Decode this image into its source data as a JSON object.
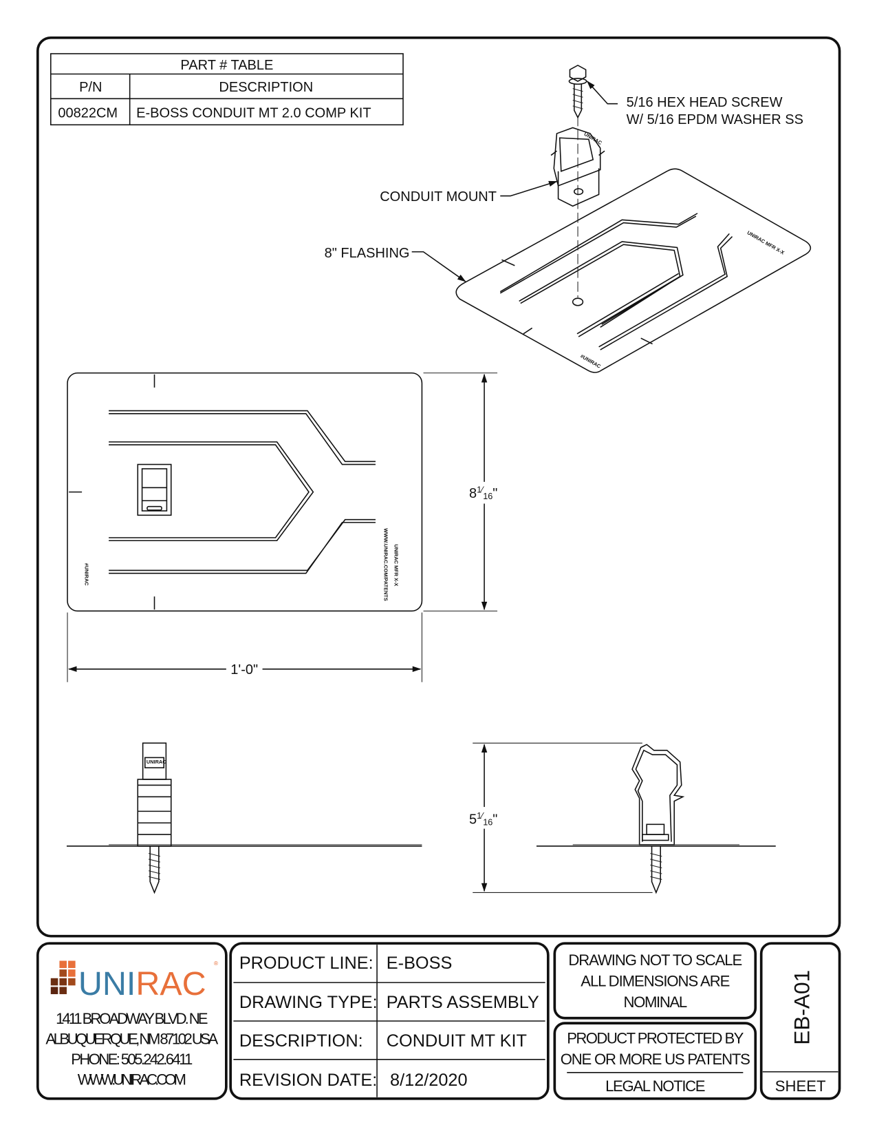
{
  "part_table": {
    "title": "PART # TABLE",
    "headers": [
      "P/N",
      "DESCRIPTION"
    ],
    "rows": [
      {
        "pn": "00822CM",
        "description": "E-BOSS CONDUIT MT 2.0 COMP KIT"
      }
    ]
  },
  "callouts": {
    "screw_line1": "5/16 HEX HEAD SCREW",
    "screw_line2": "W/ 5/16 EPDM WASHER SS",
    "conduit_mount": "CONDUIT MOUNT",
    "flashing": "8\" FLASHING"
  },
  "flashing_marks": {
    "brand": "#UNIRAC",
    "mfr": "UNIRAC MFR X-X",
    "patents": "WWW.UNIRAC.COM/PATENTS",
    "clip_brand": "UNIRAC"
  },
  "dimensions": {
    "height": {
      "whole": "8",
      "num": "1",
      "den": "16",
      "unit": "\""
    },
    "width": "1'-0\"",
    "side_height": {
      "whole": "5",
      "num": "1",
      "den": "16",
      "unit": "\""
    }
  },
  "title_block": {
    "logo": {
      "uni": "UNI",
      "rac": "RAC",
      "reg": "®",
      "colors": {
        "blue": "#3a7ca5",
        "orange": "#e8703a",
        "brown": "#6b2e12"
      }
    },
    "address": [
      "1411 BROADWAY BLVD. NE",
      "ALBUQUERQUE, NM 87102 USA",
      "PHONE: 505.242.6411",
      "WWW.UNIRAC.COM"
    ],
    "fields": [
      {
        "label": "PRODUCT LINE:",
        "value": "E-BOSS"
      },
      {
        "label": "DRAWING TYPE:",
        "value": "PARTS ASSEMBLY"
      },
      {
        "label": "DESCRIPTION:",
        "value": "CONDUIT MT KIT"
      },
      {
        "label": "REVISION DATE:",
        "value": "8/12/2020"
      }
    ],
    "scale_note": [
      "DRAWING NOT TO SCALE",
      "ALL DIMENSIONS ARE",
      "NOMINAL"
    ],
    "patent_note": [
      "PRODUCT PROTECTED BY",
      "ONE OR MORE US PATENTS"
    ],
    "legal_notice": "LEGAL NOTICE",
    "sheet_number": "EB-A01",
    "sheet_label": "SHEET"
  }
}
